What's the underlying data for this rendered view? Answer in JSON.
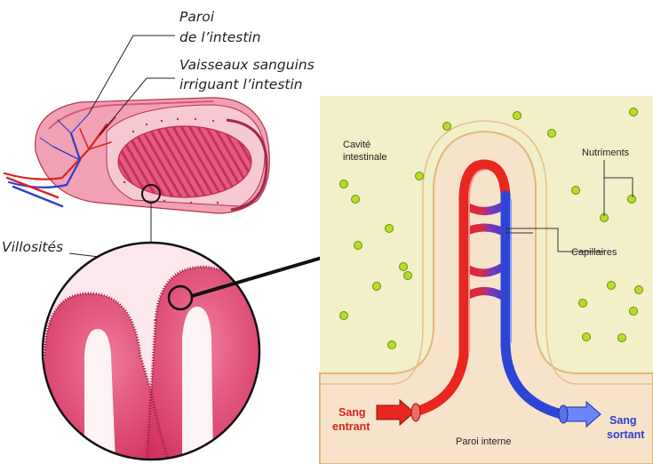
{
  "labels": {
    "paroi_line1": "Paroi",
    "paroi_line2": "de l’intestin",
    "vaisseaux_line1": "Vaisseaux sanguins",
    "vaisseaux_line2": "irriguant l’intestin",
    "villosites": "Villosités",
    "cavite_line1": "Cavité",
    "cavite_line2": "intestinale",
    "nutriments": "Nutriments",
    "capillaires": "Capillaires",
    "sang_entrant_line1": "Sang",
    "sang_entrant_line2": "entrant",
    "sang_sortant_line1": "Sang",
    "sang_sortant_line2": "sortant",
    "paroi_interne": "Paroi interne"
  },
  "colors": {
    "panel_bg": "#f2efc9",
    "villus_wall": "#f6e3ca",
    "blood_in": "#e8271f",
    "blood_out": "#2c45d6",
    "nutrient": "#b9dc2a",
    "intestine_pink": "#e9648a"
  }
}
